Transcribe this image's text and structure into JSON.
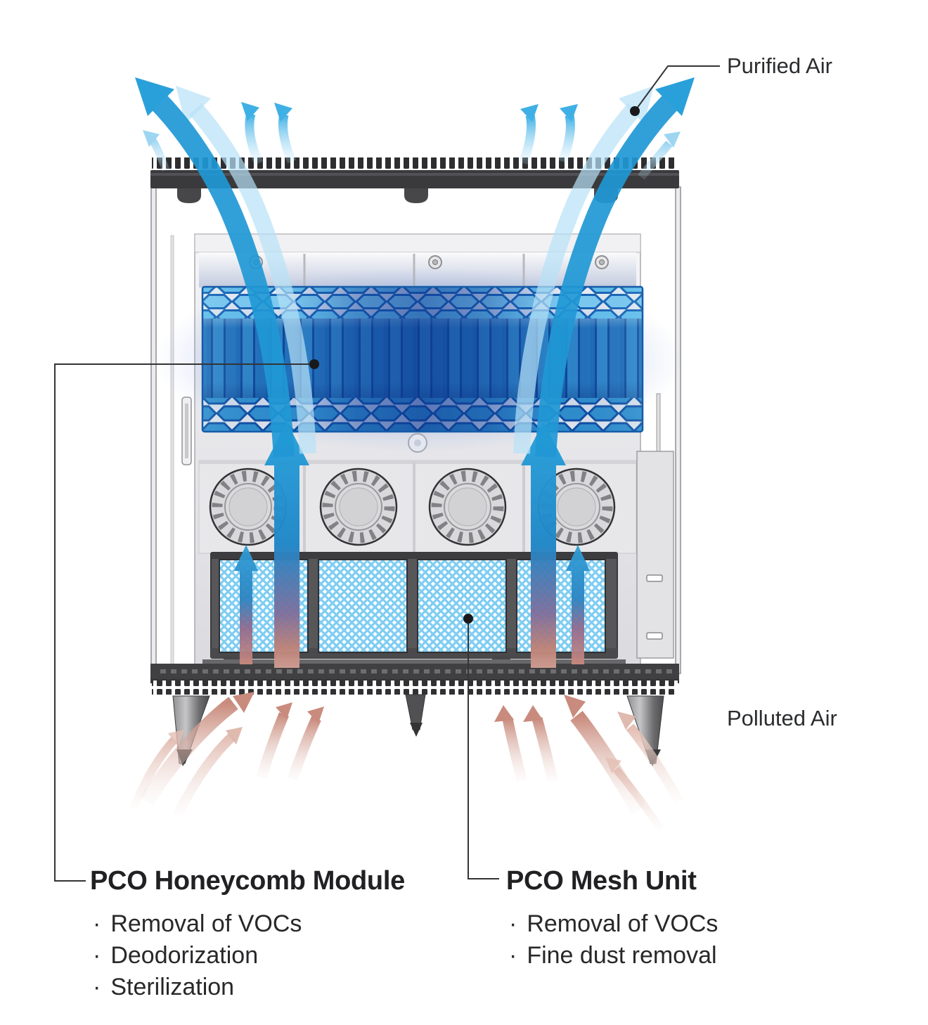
{
  "diagram": {
    "airflow_labels": {
      "purified": "Purified Air",
      "polluted": "Polluted Air"
    },
    "bullet_char": "·",
    "modules": [
      {
        "title": "PCO Honeycomb Module",
        "features": [
          "Removal of VOCs",
          "Deodorization",
          "Sterilization"
        ]
      },
      {
        "title": "PCO Mesh Unit",
        "features": [
          "Removal of VOCs",
          "Fine dust removal"
        ]
      }
    ],
    "colors": {
      "purified_air_arrow": "#2198d5",
      "purified_air_arrow_light": "#b6e1f6",
      "polluted_air_arrow": "#c98b7d",
      "honeycomb_blue": "#1b72c0",
      "honeycomb_light": "#66c0ec",
      "mesh_blue": "#7fcdf2",
      "frame_dark": "#3a3a3c",
      "label_text": "#28282a"
    }
  }
}
